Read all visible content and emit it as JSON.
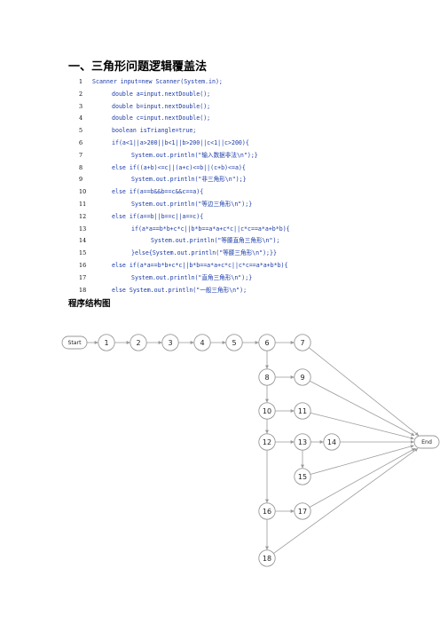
{
  "section_title": "一、三角形问题逻辑覆盖法",
  "code_lines": [
    {
      "num": "1",
      "indent": 0,
      "text": "Scanner input=new Scanner(System.in);"
    },
    {
      "num": "2",
      "indent": 1,
      "text": "double a=input.nextDouble();"
    },
    {
      "num": "3",
      "indent": 1,
      "text": "double b=input.nextDouble();"
    },
    {
      "num": "4",
      "indent": 1,
      "text": "double c=input.nextDouble();"
    },
    {
      "num": "5",
      "indent": 1,
      "text": "boolean isTriangle=true;"
    },
    {
      "num": "6",
      "indent": 1,
      "text": "if(a<1||a>200||b<1||b>200||c<1||c>200){"
    },
    {
      "num": "7",
      "indent": 2,
      "text": "System.out.println(\"输入数据非法\\n\");}"
    },
    {
      "num": "8",
      "indent": 1,
      "text": "else if((a+b)<=c||(a+c)<=b||(c+b)<=a){"
    },
    {
      "num": "9",
      "indent": 2,
      "text": "System.out.println(\"非三角形\\n\");}"
    },
    {
      "num": "10",
      "indent": 1,
      "text": "else if(a==b&&b==c&&c==a){"
    },
    {
      "num": "11",
      "indent": 2,
      "text": "System.out.println(\"等边三角形\\n\");}"
    },
    {
      "num": "12",
      "indent": 1,
      "text": "else if(a==b||b==c||a==c){"
    },
    {
      "num": "13",
      "indent": 2,
      "text": "if(a*a==b*b+c*c||b*b==a*a+c*c||c*c==a*a+b*b){"
    },
    {
      "num": "14",
      "indent": 3,
      "text": "System.out.println(\"等腰直角三角形\\n\");"
    },
    {
      "num": "15",
      "indent": 2,
      "text": "}else{System.out.println(\"等腰三角形\\n\");}}"
    },
    {
      "num": "16",
      "indent": 1,
      "text": "else if(a*a==b*b+c*c||b*b==a*a+c*c||c*c==a*a+b*b){"
    },
    {
      "num": "17",
      "indent": 2,
      "text": "System.out.println(\"直角三角形\\n\");}"
    },
    {
      "num": "18",
      "indent": 1,
      "text": "else System.out.println(\"一般三角形\\n\");"
    }
  ],
  "subsection_title": "程序结构图",
  "graph": {
    "nodes": [
      {
        "id": "start",
        "label": "Start",
        "shape": "pill"
      },
      {
        "id": "n1",
        "label": "1"
      },
      {
        "id": "n2",
        "label": "2"
      },
      {
        "id": "n3",
        "label": "3"
      },
      {
        "id": "n4",
        "label": "4"
      },
      {
        "id": "n5",
        "label": "5"
      },
      {
        "id": "n6",
        "label": "6"
      },
      {
        "id": "n7",
        "label": "7"
      },
      {
        "id": "n8",
        "label": "8"
      },
      {
        "id": "n9",
        "label": "9"
      },
      {
        "id": "n10",
        "label": "10"
      },
      {
        "id": "n11",
        "label": "11"
      },
      {
        "id": "n12",
        "label": "12"
      },
      {
        "id": "n13",
        "label": "13"
      },
      {
        "id": "n14",
        "label": "14"
      },
      {
        "id": "n15",
        "label": "15"
      },
      {
        "id": "n16",
        "label": "16"
      },
      {
        "id": "n17",
        "label": "17"
      },
      {
        "id": "n18",
        "label": "18"
      },
      {
        "id": "end",
        "label": "End",
        "shape": "pill"
      }
    ],
    "edges": [
      [
        "start",
        "n1"
      ],
      [
        "n1",
        "n2"
      ],
      [
        "n2",
        "n3"
      ],
      [
        "n3",
        "n4"
      ],
      [
        "n4",
        "n5"
      ],
      [
        "n5",
        "n6"
      ],
      [
        "n6",
        "n7"
      ],
      [
        "n6",
        "n8"
      ],
      [
        "n8",
        "n9"
      ],
      [
        "n8",
        "n10"
      ],
      [
        "n10",
        "n11"
      ],
      [
        "n10",
        "n12"
      ],
      [
        "n12",
        "n13"
      ],
      [
        "n13",
        "n14"
      ],
      [
        "n13",
        "n15"
      ],
      [
        "n12",
        "n16"
      ],
      [
        "n16",
        "n17"
      ],
      [
        "n16",
        "n18"
      ],
      [
        "n7",
        "end"
      ],
      [
        "n9",
        "end"
      ],
      [
        "n11",
        "end"
      ],
      [
        "n14",
        "end"
      ],
      [
        "n15",
        "end"
      ],
      [
        "n17",
        "end"
      ],
      [
        "n18",
        "end"
      ]
    ]
  }
}
